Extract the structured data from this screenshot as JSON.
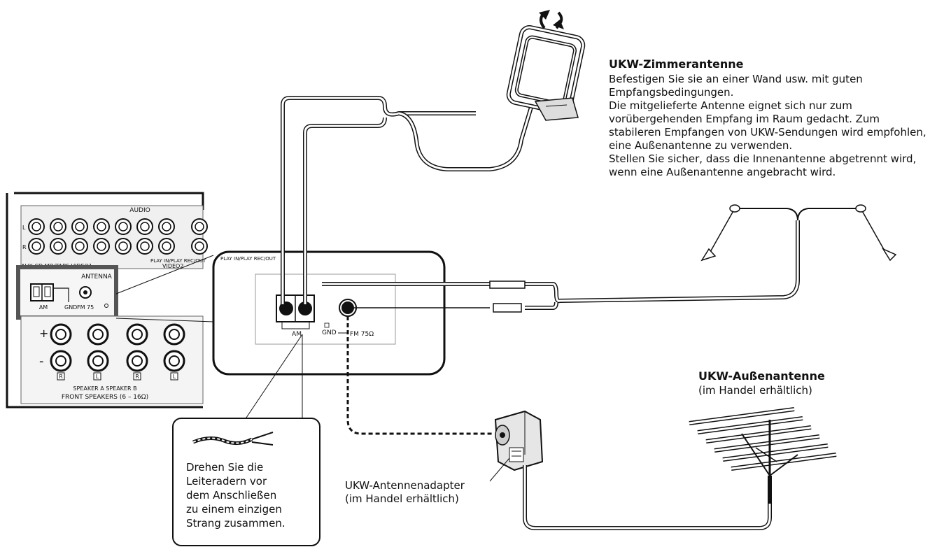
{
  "receiver_panel": {
    "audio_label": "AUDIO",
    "antenna_label": "ANTENNA",
    "am_label": "AM",
    "gnd_label": "GND",
    "fm_label": "FM 75",
    "aux_row_label": "AUX CD MD/TAPE VIDEO1",
    "video2_label": "VIDEO2",
    "playin_label": "PLAY IN/PLAY REC/OUT",
    "plus_label": "+",
    "minus_label": "-",
    "speaker_r": "R",
    "speaker_l": "L",
    "speaker_r2": "R",
    "speaker_l2": "L",
    "speaker_a_b": "SPEAKER A SPEAKER B",
    "front_speakers": "FRONT SPEAKERS (6 – 16Ω)"
  },
  "terminal_block": {
    "header": "PLAY IN/PLAY REC/OUT",
    "am_label": "AM",
    "gnd_label": "GND",
    "fm_label": "FM 75Ω"
  },
  "fm_indoor": {
    "heading": "UKW-Zimmerantenne",
    "lines": [
      "Befestigen Sie sie an einer Wand usw. mit guten Empfangsbedingungen.",
      "Die mitgelieferte Antenne eignet sich nur zum vorübergehenden Empfang im Raum gedacht. Zum stabileren Empfangen von UKW-Sendungen wird empfohlen, eine Außenantenne zu verwenden.",
      "Stellen Sie sicher, dass die Innenantenne abgetrennt wird, wenn eine Außenantenne angebracht wird."
    ]
  },
  "fm_outdoor": {
    "heading": "UKW-Außenantenne",
    "sub": "(im Handel erhältlich)"
  },
  "adapter": {
    "line1": "UKW-Antennenadapter",
    "line2": "(im Handel erhältlich)"
  },
  "callout": {
    "lines": [
      "Drehen Sie die",
      "Leiteradern vor",
      "dem Anschließen",
      "zu einem einzigen",
      "Strang zusammen."
    ]
  },
  "colors": {
    "line": "#111111",
    "panel_gray": "#cccccc",
    "background": "#ffffff"
  }
}
